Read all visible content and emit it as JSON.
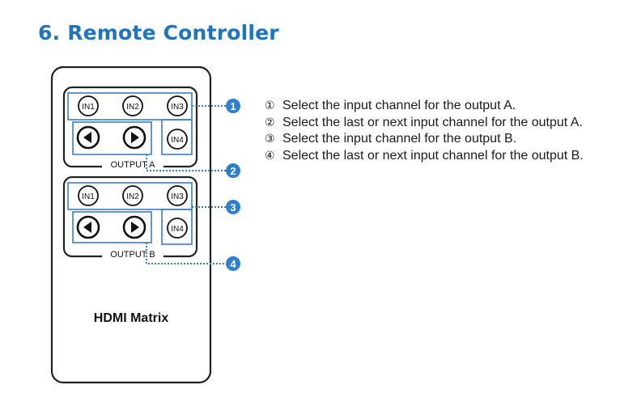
{
  "section": {
    "title": "6. Remote Controller"
  },
  "remote": {
    "buttons_a": [
      "IN1",
      "IN2",
      "IN3",
      "IN4"
    ],
    "buttons_b": [
      "IN1",
      "IN2",
      "IN3",
      "IN4"
    ],
    "panel_a_label": "OUTPUT A",
    "panel_b_label": "OUTPUT B",
    "brand": "HDMI Matrix",
    "callouts": [
      "1",
      "2",
      "3",
      "4"
    ],
    "accent_color": "#2f7fd0",
    "arrow_icons": [
      "arrow-left-icon",
      "arrow-right-icon"
    ]
  },
  "descriptions": [
    {
      "num": "①",
      "text": "Select the input channel for the output A."
    },
    {
      "num": "②",
      "text": "Select the last or next input channel for the output A."
    },
    {
      "num": "③",
      "text": "Select the input channel for the output B."
    },
    {
      "num": "④",
      "text": "Select the last or next input channel for the output B."
    }
  ]
}
